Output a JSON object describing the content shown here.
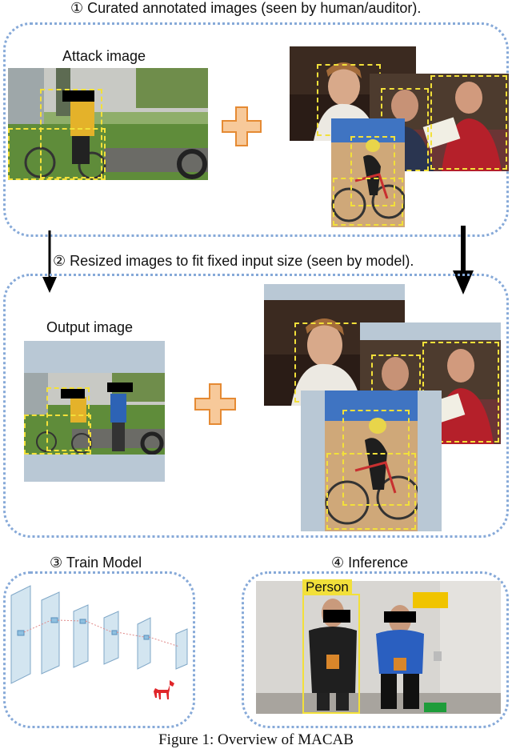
{
  "sections": {
    "curated": {
      "label": "① Curated annotated images (seen by human/auditor)."
    },
    "resized": {
      "label": "② Resized images to fit fixed input size (seen by model)."
    },
    "train": {
      "label": "③ Train Model"
    },
    "inference": {
      "label": "④ Inference",
      "detection_label": "Person"
    }
  },
  "attack_image_label": "Attack image",
  "output_image_label": "Output image",
  "caption": "Figure 1: Overview of MACAB",
  "colors": {
    "dotted_border": "#86a9d8",
    "bbox_yellow": "#f2e03a",
    "plus_fill": "#f7c99a",
    "plus_stroke": "#e58a33",
    "trigger_horse": "#e0262a"
  }
}
